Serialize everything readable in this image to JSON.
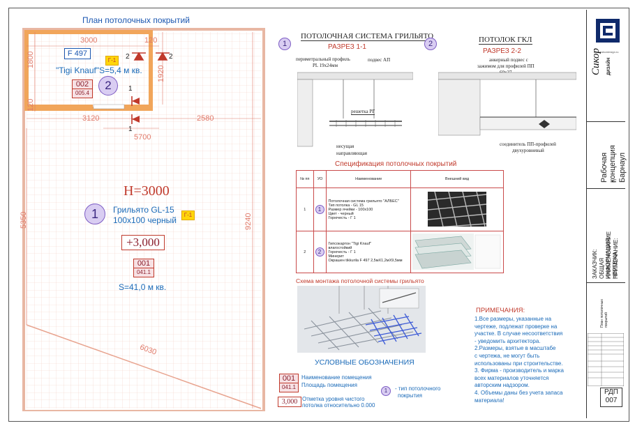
{
  "plan": {
    "title": "План потолочных покрытий",
    "dims": {
      "top_width": "3000",
      "top_right": "120",
      "left_top": "1800",
      "left_mid": "120",
      "mid_left": "3120",
      "mid_right": "2580",
      "mid_below": "5700",
      "right_small": "1920",
      "left_big": "5350",
      "right_big": "9240",
      "bottom_diag": "6030"
    },
    "room2": {
      "finish_code": "F 497",
      "badge": "Г-1",
      "name": "\"Tigi Knauf\"",
      "area_label": "S=5,4 м кв.",
      "number": "002",
      "area": "005.4",
      "type": "2"
    },
    "room1": {
      "height": "H=3000",
      "type": "1",
      "system": "Грильято GL-15",
      "cell": "100x100 черный",
      "badge": "Г-1",
      "level": "+3,000",
      "number": "001",
      "area": "041.1",
      "area_label": "S=41,0 м кв."
    },
    "section_marks": [
      "2",
      "2",
      "1",
      "1"
    ]
  },
  "grilyato_section": {
    "number": "1",
    "title": "ПОТОЛОЧНАЯ СИСТЕМА ГРИЛЬЯТО",
    "subtitle": "РАЗРЕЗ 1-1",
    "labels": {
      "perimeter": "периметральный профиль",
      "perimeter_size": "PL 19x24мм",
      "hanger": "подвес АП",
      "grid": "решетка РГ",
      "carrier": "несущая",
      "carrier2": "направляющая"
    }
  },
  "gkl_section": {
    "number": "2",
    "title": "ПОТОЛОК ГКЛ",
    "subtitle": "РАЗРЕЗ 2-2",
    "labels": {
      "anchor1": "анкерный подвес с",
      "anchor2": "зажимом для профилей ПП",
      "anchor3": "60x27",
      "connector1": "соединитель ПП-профилей",
      "connector2": "двухуровневый"
    }
  },
  "spec": {
    "title": "Спецификация потолочных покрытий",
    "headers": [
      "№ пп",
      "УО",
      "Наименование",
      "Внешний вид"
    ],
    "rows": [
      {
        "num": "1",
        "uo": "1",
        "lines": [
          "Потолочная система грильято \"АЛБЕС\"",
          "Тип потолка - GL 15",
          "Размер ячейки - 100х100",
          "Цвет - черный",
          "Горючесть - Г 1"
        ]
      },
      {
        "num": "2",
        "uo": "2",
        "lines": [
          "Гипсокартон \"Tigi Knauf\"",
          "влагостойкий",
          "Горючесть - Г 1",
          "Минерит",
          "Окрашен tikkurila F 497 2,5мХ1,2мХ9,5мм"
        ]
      }
    ]
  },
  "assembly": {
    "title": "Схема монтажа потолочной системы грильято"
  },
  "legend": {
    "title": "УСЛОВНЫЕ  ОБОЗНАЧЕНИЯ",
    "sample_number": "001",
    "sample_area": "041.1",
    "room_name_label": "Наименование помещения",
    "room_area_label": "Площадь помещения",
    "level_sample": "3,000",
    "level_label1": "Отметка уровня чистого",
    "level_label2": "потолка относительно 0.000",
    "type_sample": "1",
    "type_label1": "- тип потолочного",
    "type_label2": "покрытия"
  },
  "notes": {
    "title": "ПРИМЕЧАНИЯ:",
    "lines": [
      "1.Все размеры, указанные на",
      "чертеже, подлежат проверке на",
      "участке. В случае несоответствия",
      " - уведомить архитектора.",
      "2.Размеры, взятые в масштабе",
      "с  чертежа, не могут быть",
      "использованы при строительстве.",
      "3. Фирма - производитель и марка",
      "всех материалов уточняется",
      "авторским надзором.",
      "4. Объемы даны без учета запаса",
      "материала!"
    ]
  },
  "title_block": {
    "brand": "Сикор",
    "brand_sub": "ДИЗАЙН",
    "site": "www.sikordesign.ru",
    "project": "Рабочая концепция",
    "city": "г. Барнаул",
    "customer_label": "ЗАКАЗЧИК:",
    "info1": "ОБЩАЯ ИНФОРМАЦИЯ:",
    "info2": "НАИМЕНОВАНИЕ ЧЕРТЕЖА",
    "info3": "ПРИМЕЧАНИЕ:",
    "sheet_name": "План потолочных покрытий",
    "sheet_code": "РДП",
    "sheet_num": "007"
  },
  "colors": {
    "wall": "#f1a55a",
    "grid": "#f3d0c4",
    "accent_blue": "#1a56b0",
    "accent_red": "#c0392b",
    "legend_purple": "#d9cdf2"
  }
}
